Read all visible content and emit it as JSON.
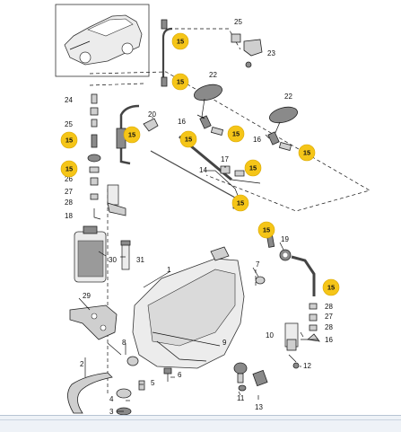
{
  "callouts": {
    "p1": "1",
    "p2": "2",
    "p3": "3",
    "p4": "4",
    "p5": "5",
    "p6": "6",
    "p7": "7",
    "p8": "8",
    "p9": "9",
    "p10": "10",
    "p11": "11",
    "p12": "12",
    "p13": "13",
    "p14": "14",
    "p16a": "16",
    "p16b": "16",
    "p16c": "16",
    "p17": "17",
    "p18": "18",
    "p19": "19",
    "p20": "20",
    "p22a": "22",
    "p22b": "22",
    "p23": "23",
    "p24": "24",
    "p25a": "25",
    "p25b": "25",
    "p26": "26",
    "p27a": "27",
    "p27b": "27",
    "p28a": "28",
    "p28b": "28",
    "p28c": "28",
    "p29": "29",
    "p30": "30",
    "p31": "31"
  },
  "highlighted": {
    "h1": "15",
    "h2": "15",
    "h3": "15",
    "h4": "15",
    "h5": "15",
    "h6": "15",
    "h7": "15",
    "h8": "15",
    "h9": "15",
    "h10": "15",
    "h11": "15",
    "h12": "15"
  },
  "colors": {
    "highlight": "#f5c518"
  }
}
